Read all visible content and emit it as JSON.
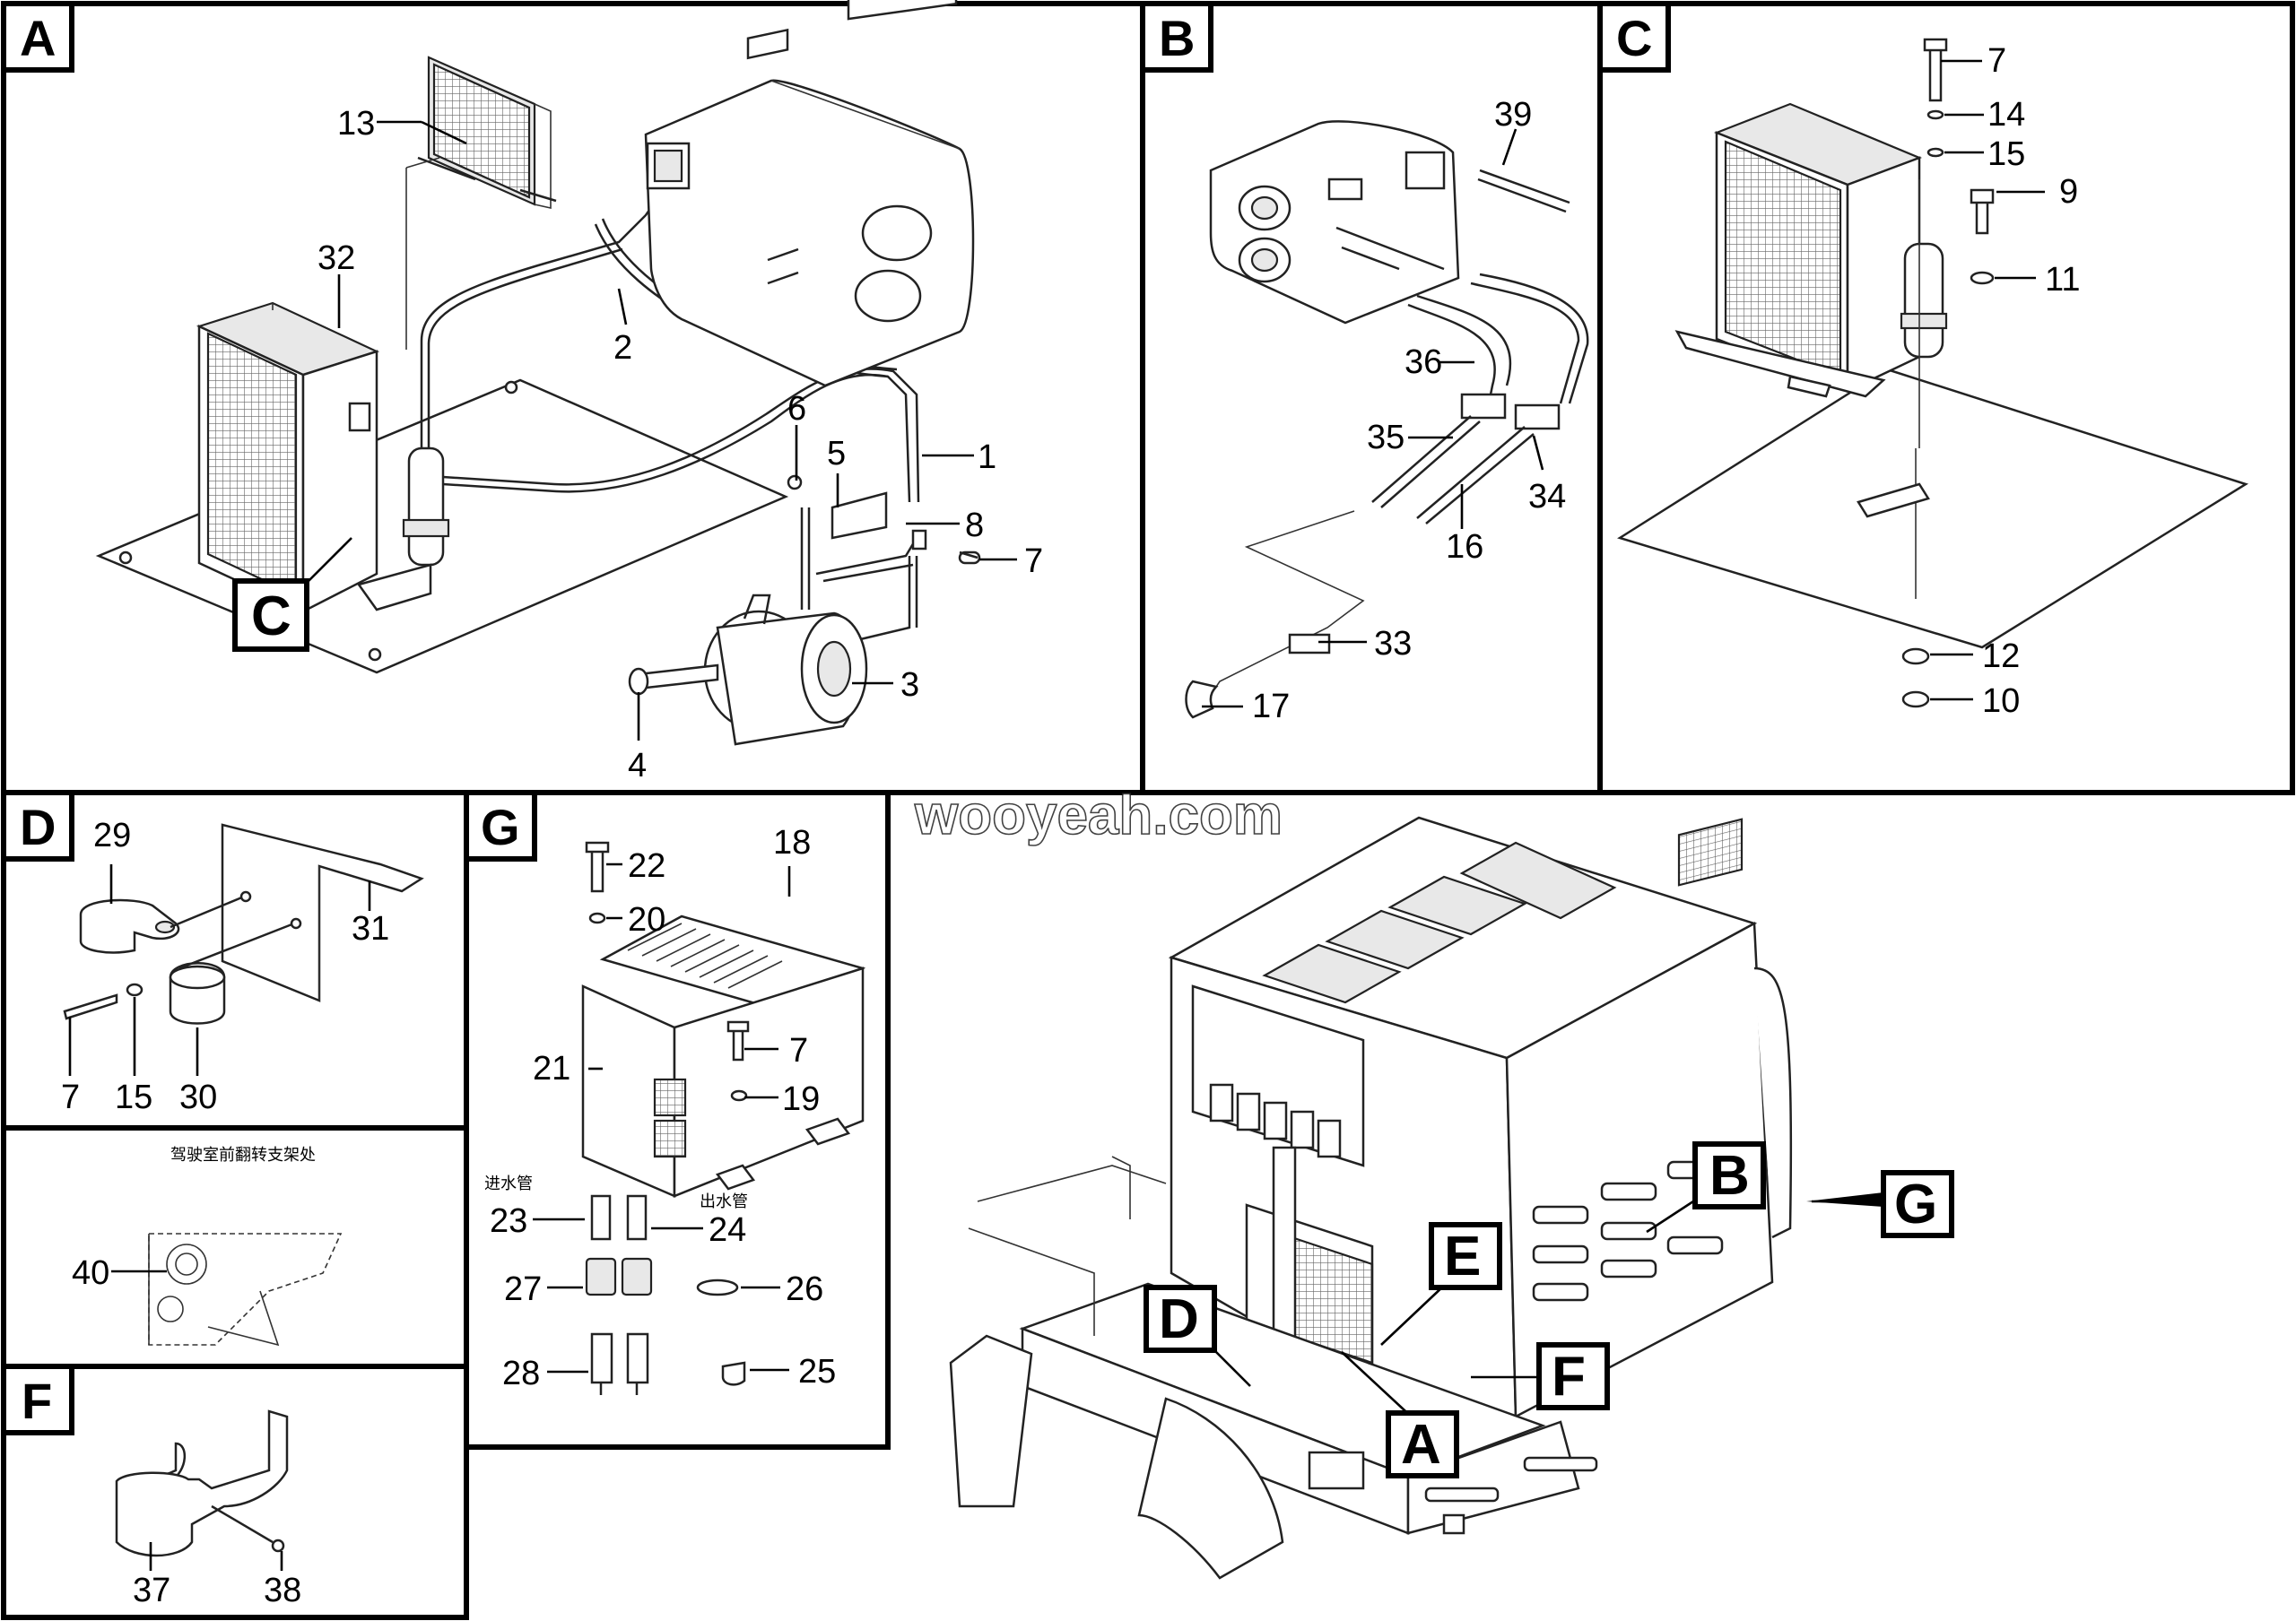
{
  "panels": {
    "A": {
      "label": "A"
    },
    "B": {
      "label": "B"
    },
    "C": {
      "label": "C"
    },
    "D": {
      "label": "D"
    },
    "G": {
      "label": "G"
    },
    "F": {
      "label": "F"
    }
  },
  "callouts": {
    "A_C": "C",
    "cab_A": "A",
    "cab_B": "B",
    "cab_D": "D",
    "cab_E": "E",
    "cab_F": "F",
    "cab_G": "G"
  },
  "labels": {
    "A": [
      "13",
      "32",
      "2",
      "6",
      "5",
      "1",
      "8",
      "7",
      "3",
      "4"
    ],
    "B": [
      "39",
      "36",
      "35",
      "34",
      "16",
      "33",
      "17"
    ],
    "C": [
      "7",
      "14",
      "15",
      "9",
      "11",
      "12",
      "10"
    ],
    "D": [
      "29",
      "31",
      "7",
      "15",
      "30"
    ],
    "E": [
      "40"
    ],
    "F": [
      "37",
      "38"
    ],
    "G": [
      "22",
      "20",
      "18",
      "21",
      "7",
      "19",
      "23",
      "24",
      "27",
      "26",
      "28",
      "25"
    ]
  },
  "texts": {
    "cab_note": "驾驶室前翻转支架处",
    "inlet": "进水管",
    "outlet": "出水管",
    "watermark": "wooyeah.com"
  }
}
